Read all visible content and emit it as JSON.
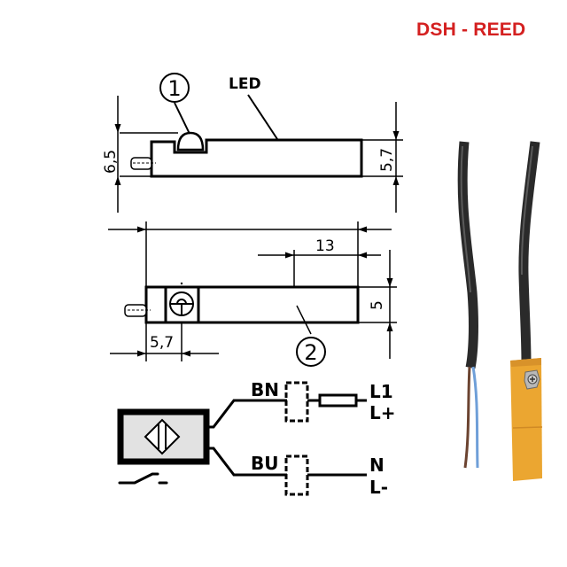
{
  "header": {
    "title": "DSH - REED",
    "title_color": "#d42020"
  },
  "drawing": {
    "side_view": {
      "callout_1": "1",
      "led_label": "LED",
      "dim_height_left": "6,5",
      "dim_height_right": "5,7"
    },
    "top_view": {
      "callout_2": "2",
      "dim_offset": "13",
      "dim_height": "5",
      "dim_screw": "5,7"
    }
  },
  "wiring": {
    "wire_top_label": "BN",
    "wire_bottom_label": "BU",
    "terminal_top_line1": "L1",
    "terminal_top_line2": "L+",
    "terminal_bottom_line1": "N",
    "terminal_bottom_line2": "L-",
    "sensor_fill": "#e2e2e2"
  },
  "photo": {
    "cable_color": "#2a2a2a",
    "housing_color": "#eba631",
    "wire_brown": "#6b4330",
    "wire_blue": "#6f9fd8"
  }
}
